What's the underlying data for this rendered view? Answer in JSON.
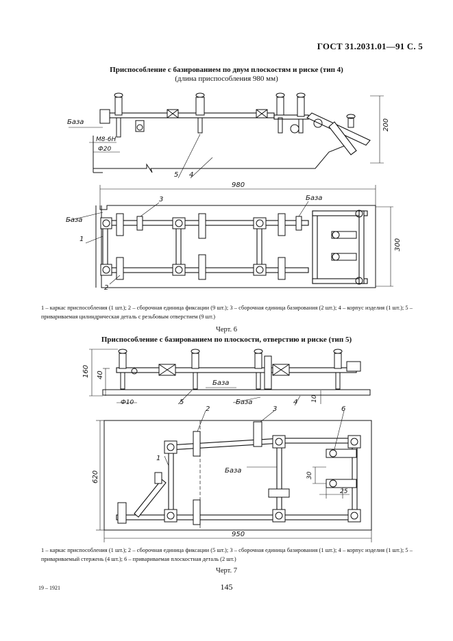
{
  "header": {
    "code": "ГОСТ 31.2031.01—91 С. 5"
  },
  "fig6": {
    "title": "Приспособление с базированием по двум плоскостям и риске (тип 4)",
    "subtitle": "(длина приспособления 980 мм)",
    "labels": {
      "baza_top": "База",
      "thread": "М8-6Н",
      "diam": "Ф20",
      "n5": "5",
      "n4": "4",
      "h200": "200",
      "w980": "980",
      "baza_plan_left": "База",
      "baza_plan_right": "База",
      "n3": "3",
      "n1": "1",
      "n2": "2",
      "h300": "300"
    },
    "caption": "1 – каркас приспособления (1 шт.); 2 – сборочная единица фиксации (9 шт.); 3 – сборочная единица базирования (2 шт.); 4 – корпус изделия (1 шт.); 5 – привариваемая цилиндрическая деталь с резьбовым отверстием (9 шт.)",
    "chert": "Черт. 6"
  },
  "fig7": {
    "title": "Приспособление с базированием по плоскости, отверстию и риске (тип 5)",
    "labels": {
      "h160": "160",
      "h40": "40",
      "baza_a": "База",
      "baza_b": "База",
      "diam": "Ф10",
      "n5": "5",
      "n4": "4",
      "d10": "10",
      "n2": "2",
      "n3": "3",
      "n6": "6",
      "h620": "620",
      "n1": "1",
      "baza_plan": "База",
      "d30": "30",
      "d25": "25",
      "w950": "950"
    },
    "caption": "1 – каркас приспособления (1 шт.); 2 – сборочная единица фиксации (5 шт.); 3 – сборочная единица базирования (1 шт.); 4 – корпус изделия (1 шт.); 5 – привариваемый стержень (4 шт.); 6 – привариваемая плоскостная деталь (2 шт.)",
    "chert": "Черт. 7"
  },
  "footer": {
    "left": "19 – 1921",
    "page": "145"
  }
}
